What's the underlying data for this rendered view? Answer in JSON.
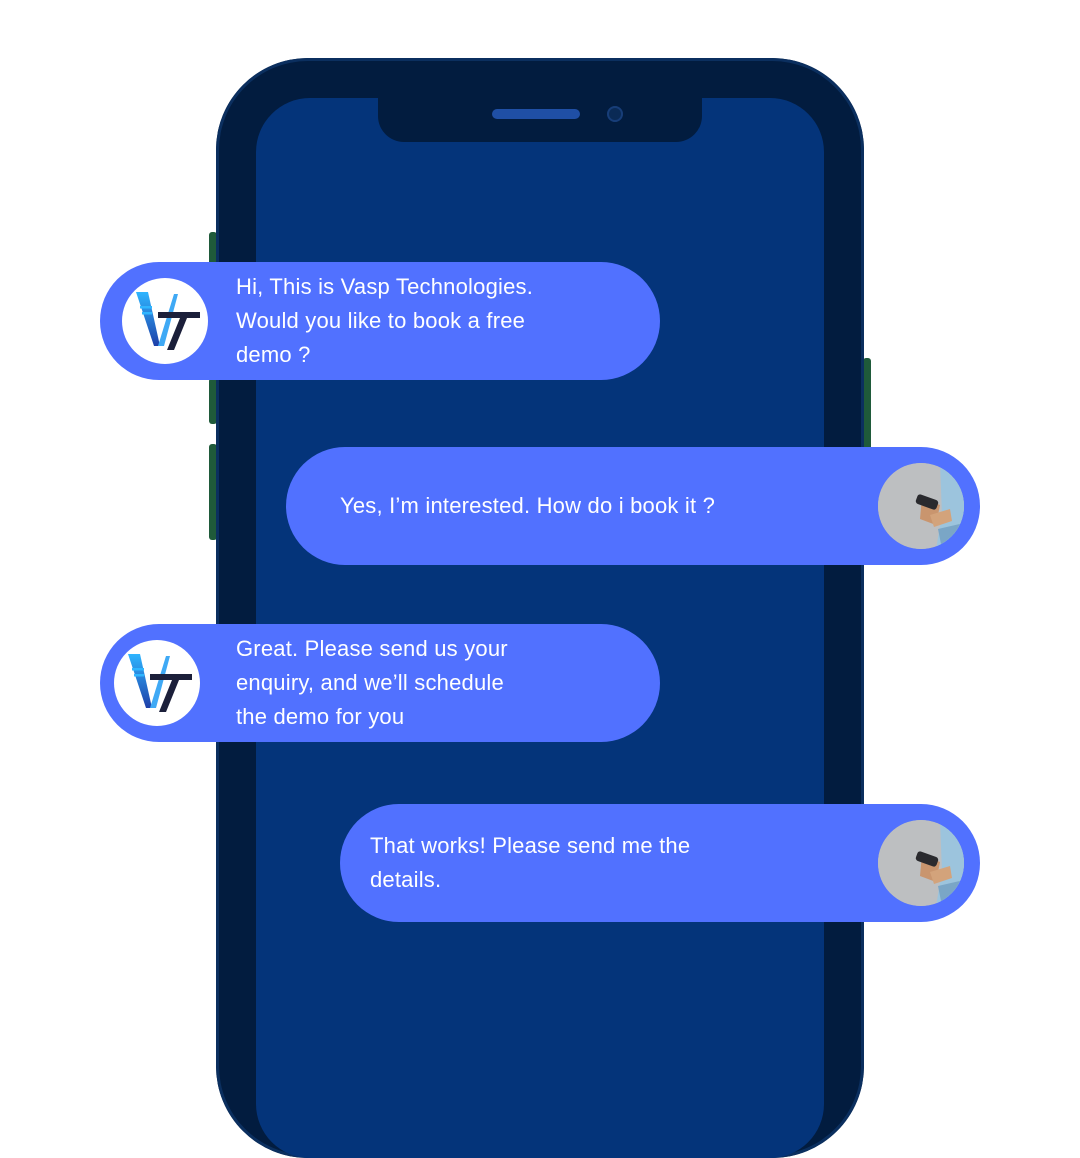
{
  "conversation": {
    "messages": [
      {
        "sender": "company",
        "avatar_icon": "vt-logo-icon",
        "text": "Hi, This is Vasp Technologies.\nWould you like to book a free\ndemo ?"
      },
      {
        "sender": "user",
        "avatar_icon": "person-with-phone-photo",
        "text": "Yes, I’m interested. How do i book it ?"
      },
      {
        "sender": "company",
        "avatar_icon": "vt-logo-icon",
        "text": "Great. Please send us your\nenquiry, and we’ll schedule\nthe demo for you"
      },
      {
        "sender": "user",
        "avatar_icon": "person-with-phone-photo",
        "text": "That works! Please send me the\ndetails."
      }
    ]
  },
  "colors": {
    "background": "#ffffff",
    "phone_body": "#021c3f",
    "phone_screen": "#04347a",
    "bubble": "#5171ff",
    "bubble_text": "#ffffff"
  }
}
